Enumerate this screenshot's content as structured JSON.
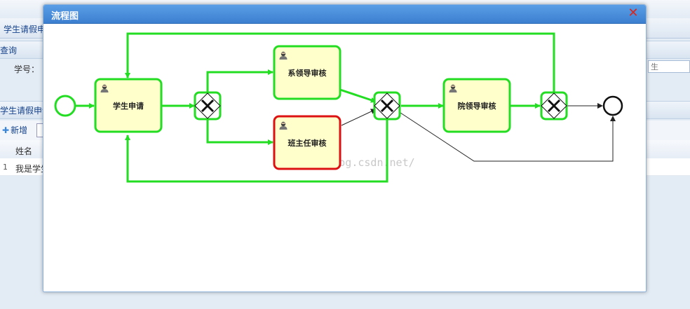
{
  "background": {
    "tab_title": "学生请假申",
    "query_panel_title": "查询",
    "field_label": "学号：",
    "field_value_partial": "生",
    "list_panel_title": "学生请假申请",
    "toolbar_add": "新增",
    "grid_column": "姓名",
    "grid_row_number": "1",
    "grid_row_value": "我是学生"
  },
  "dialog": {
    "title": "流程图",
    "close_icon": "close-x-icon",
    "close_color": "#d9261c"
  },
  "diagram": {
    "tasks": {
      "student_apply": "学生申请",
      "dept_leader_review": "系领导审核",
      "head_teacher_review": "班主任审核",
      "college_leader_review": "院领导审核"
    },
    "watermark": "http://blog.csdn.net/",
    "colors": {
      "executed": "#22dd22",
      "current": "#dd1111",
      "task_fill": "#ffffcc",
      "default_line": "#222222"
    }
  }
}
